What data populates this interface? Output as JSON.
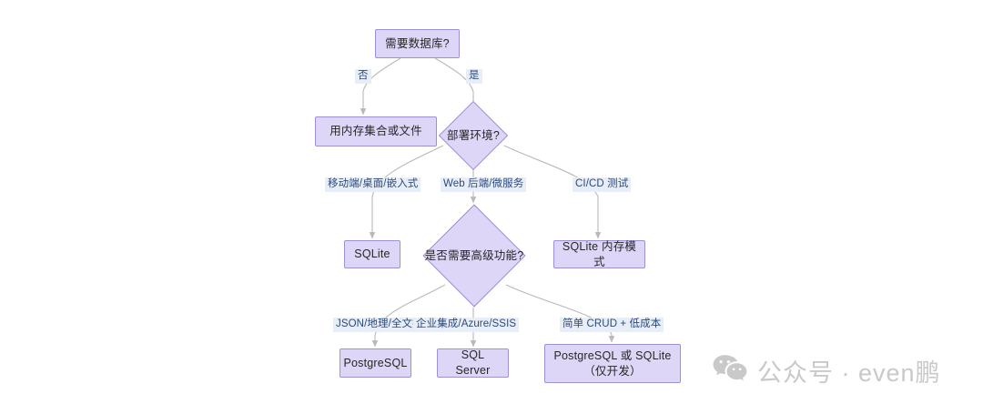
{
  "diagram": {
    "type": "flowchart",
    "title_text": "",
    "colors": {
      "node_fill": "#ddd6f7",
      "node_border": "#9f8fd8",
      "node_text": "#262626",
      "edge_stroke": "#b9b9b9",
      "edge_label_bg": "#e8eef8",
      "edge_label_text": "#2c4a7c",
      "background": "#ffffff",
      "watermark": "#c9c9c9"
    },
    "nodes": [
      {
        "id": "need-db",
        "label": "需要数据库?",
        "shape": "rect"
      },
      {
        "id": "memory-collection",
        "label": "用内存集合或文件",
        "shape": "rect"
      },
      {
        "id": "deploy-env",
        "label": "部署环境?",
        "shape": "diamond"
      },
      {
        "id": "sqlite",
        "label": "SQLite",
        "shape": "rect"
      },
      {
        "id": "advanced-features",
        "label": "是否需要高级功能?",
        "shape": "diamond"
      },
      {
        "id": "sqlite-memory",
        "label": "SQLite 内存模式",
        "shape": "rect"
      },
      {
        "id": "postgresql",
        "label": "PostgreSQL",
        "shape": "rect"
      },
      {
        "id": "sql-server",
        "label": "SQL Server",
        "shape": "rect"
      },
      {
        "id": "postgres-or-sqlite",
        "label": "PostgreSQL 或 SQLite（仅开发）",
        "shape": "rect"
      }
    ],
    "edges": [
      {
        "from": "need-db",
        "to": "memory-collection",
        "label": "否"
      },
      {
        "from": "need-db",
        "to": "deploy-env",
        "label": "是"
      },
      {
        "from": "deploy-env",
        "to": "sqlite",
        "label": "移动端/桌面/嵌入式"
      },
      {
        "from": "deploy-env",
        "to": "advanced-features",
        "label": "Web 后端/微服务"
      },
      {
        "from": "deploy-env",
        "to": "sqlite-memory",
        "label": "CI/CD 测试"
      },
      {
        "from": "advanced-features",
        "to": "postgresql",
        "label": "JSON/地理/全文搜索"
      },
      {
        "from": "advanced-features",
        "to": "sql-server",
        "label": "企业集成/Azure/SSIS"
      },
      {
        "from": "advanced-features",
        "to": "postgres-or-sqlite",
        "label": "简单 CRUD + 低成本"
      }
    ]
  },
  "watermark": {
    "icon": "wechat-icon",
    "text": "公众号 · even鹏"
  }
}
